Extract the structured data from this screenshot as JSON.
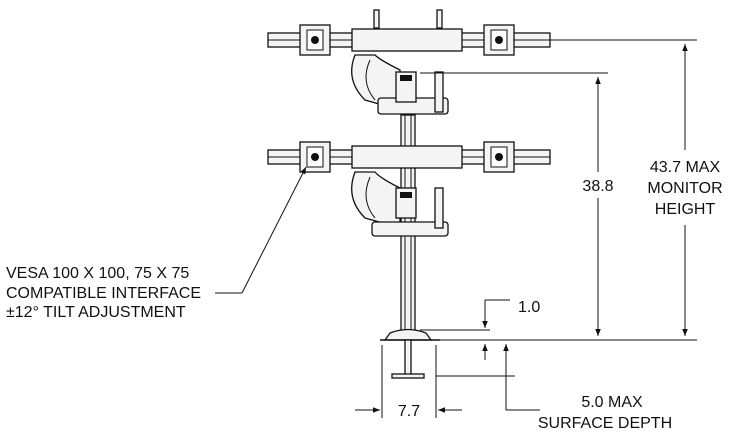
{
  "annotations": {
    "vesa_interface": {
      "line1": "VESA 100 X 100, 75 X 75",
      "line2": "COMPATIBLE INTERFACE",
      "line3": "±12° TILT ADJUSTMENT"
    },
    "max_monitor_height": {
      "line1": "43.7 MAX",
      "line2": "MONITOR",
      "line3": "HEIGHT"
    },
    "arm_spacing": "38.8",
    "base_thickness": "1.0",
    "max_surface_depth": {
      "line1": "5.0 MAX",
      "line2": "SURFACE DEPTH"
    },
    "base_width": "7.7"
  }
}
